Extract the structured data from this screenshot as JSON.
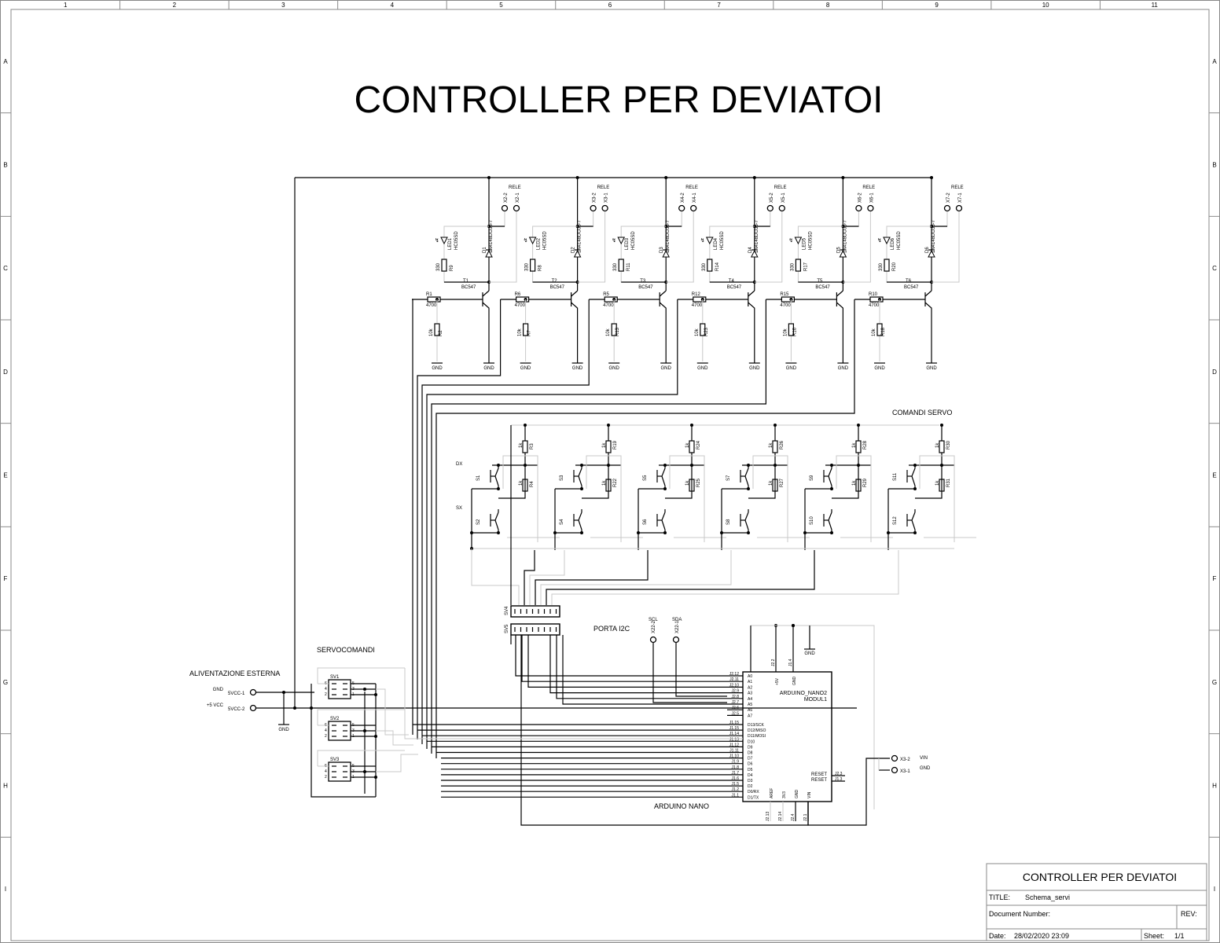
{
  "sheet": {
    "columns": [
      "1",
      "2",
      "3",
      "4",
      "5",
      "6",
      "7",
      "8",
      "9",
      "10",
      "11"
    ],
    "rows": [
      "A",
      "B",
      "C",
      "D",
      "E",
      "F",
      "G",
      "H",
      "I"
    ]
  },
  "title": "CONTROLLER PER DEVIATOI",
  "relays": [
    {
      "rele": "RELE",
      "pin_a": "X2-2",
      "pin_b": "X2-1",
      "diode": "D1",
      "diode_val": "1N4148DO35-7",
      "led": "LED1",
      "led_val": "HC05SD",
      "r_led": "R9",
      "r_led_val": "330",
      "t": "T1",
      "t_val": "BC547",
      "r_base": "R1",
      "r_base_val": "4700",
      "r_pd": "R2",
      "r_pd_val": "10k"
    },
    {
      "rele": "RELE",
      "pin_a": "X3-2",
      "pin_b": "X3-1",
      "diode": "D2",
      "diode_val": "1N4148DO35-7",
      "led": "LED2",
      "led_val": "HC05SD",
      "r_led": "R8",
      "r_led_val": "330",
      "t": "T2",
      "t_val": "BC547",
      "r_base": "R6",
      "r_base_val": "4700",
      "r_pd": "R7",
      "r_pd_val": "10k"
    },
    {
      "rele": "RELE",
      "pin_a": "X4-2",
      "pin_b": "X4-1",
      "diode": "D3",
      "diode_val": "1N4148DO35-7",
      "led": "LED3",
      "led_val": "HC05SD",
      "r_led": "R11",
      "r_led_val": "330",
      "t": "T3",
      "t_val": "BC547",
      "r_base": "R5",
      "r_base_val": "4700",
      "r_pd": "R13",
      "r_pd_val": "10k"
    },
    {
      "rele": "RELE",
      "pin_a": "X5-2",
      "pin_b": "X5-1",
      "diode": "D4",
      "diode_val": "1N4148DO35-7",
      "led": "LED4",
      "led_val": "HC05SD",
      "r_led": "R14",
      "r_led_val": "330",
      "t": "T4",
      "t_val": "BC547",
      "r_base": "R12",
      "r_base_val": "4700",
      "r_pd": "R23",
      "r_pd_val": "10k"
    },
    {
      "rele": "RELE",
      "pin_a": "X6-2",
      "pin_b": "X6-1",
      "diode": "D5",
      "diode_val": "1N4148DO35-7",
      "led": "LED5",
      "led_val": "HC05SD",
      "r_led": "R17",
      "r_led_val": "330",
      "t": "T5",
      "t_val": "BC547",
      "r_base": "R15",
      "r_base_val": "4700",
      "r_pd": "R16",
      "r_pd_val": "10k"
    },
    {
      "rele": "RELE",
      "pin_a": "X7-2",
      "pin_b": "X7-1",
      "diode": "D6",
      "diode_val": "1N4148DO35-7",
      "led": "LED6",
      "led_val": "HC05SD",
      "r_led": "R20",
      "r_led_val": "330",
      "t": "T6",
      "t_val": "BC547",
      "r_base": "R10",
      "r_base_val": "4700",
      "r_pd": "R18",
      "r_pd_val": "10k"
    }
  ],
  "gnd_label": "GND",
  "servo_commands": {
    "title": "COMANDI SERVO",
    "side_labels": [
      "SX",
      "DX"
    ],
    "groups": [
      {
        "sw_top": "S1",
        "sw_bot": "S2",
        "r_top": "R3",
        "r_bot": "R4",
        "r_val": "1k"
      },
      {
        "sw_top": "S3",
        "sw_bot": "S4",
        "r_top": "R19",
        "r_bot": "R22",
        "r_val": "1k"
      },
      {
        "sw_top": "S5",
        "sw_bot": "S6",
        "r_top": "R24",
        "r_bot": "R25",
        "r_val": "1k"
      },
      {
        "sw_top": "S7",
        "sw_bot": "S8",
        "r_top": "R26",
        "r_bot": "R27",
        "r_val": "1k"
      },
      {
        "sw_top": "S9",
        "sw_bot": "S10",
        "r_top": "R28",
        "r_bot": "R29",
        "r_val": "1k"
      },
      {
        "sw_top": "S11",
        "sw_bot": "S12",
        "r_top": "R30",
        "r_bot": "R31",
        "r_val": "1k"
      }
    ]
  },
  "headers": {
    "top": "SV4",
    "bottom": "SV5"
  },
  "i2c": {
    "title": "PORTA I2C",
    "scl": "SCL",
    "sda": "SDA",
    "scl_pin": "X22-2",
    "sda_pin": "X22-1"
  },
  "power": {
    "title": "ALIVENTAZIONE ESTERNA",
    "gnd": "GND",
    "gnd_pin": "5VCC-1",
    "vcc": "+5 VCC",
    "vcc_pin": "5VCC-2",
    "gnd_symbol": "GND"
  },
  "servos": {
    "title": "SERVOCOMANDI",
    "connectors": [
      {
        "name": "SV1"
      },
      {
        "name": "SV2"
      },
      {
        "name": "SV3"
      }
    ],
    "pin_left": [
      "6",
      "4",
      "2"
    ],
    "pin_right": [
      "5",
      "3",
      "1"
    ]
  },
  "arduino": {
    "name": "ARDUINO_NANO2",
    "module": "MODUL1",
    "caption": "ARDUINO NANO",
    "left_pins_a": [
      [
        "J2.12",
        "A0"
      ],
      [
        "J2.11",
        "A1"
      ],
      [
        "J2.10",
        "A2"
      ],
      [
        "J2.9",
        "A3"
      ],
      [
        "J2.8",
        "A4"
      ],
      [
        "J2.7",
        "A5"
      ],
      [
        "J2.6",
        "A6"
      ],
      [
        "J2.5",
        "A7"
      ]
    ],
    "left_pins_d": [
      [
        "J1.15",
        "D13/SCK"
      ],
      [
        "J1.15",
        "D12/MISO"
      ],
      [
        "J1.14",
        "D11/MOSI"
      ],
      [
        "J1.13",
        "D10"
      ],
      [
        "J1.12",
        "D9"
      ],
      [
        "J1.11",
        "D8"
      ],
      [
        "J1.10",
        "D7"
      ],
      [
        "J1.9",
        "D6"
      ],
      [
        "J1.8",
        "D5"
      ],
      [
        "J1.7",
        "D4"
      ],
      [
        "J1.6",
        "D3"
      ],
      [
        "J1.5",
        "D2"
      ],
      [
        "J1.2",
        "D0/RX"
      ],
      [
        "J1.1",
        "D1/TX"
      ]
    ],
    "top_pins": [
      [
        "J2.2",
        "+5V"
      ],
      [
        "J1.4",
        "GND"
      ]
    ],
    "bottom_pins": [
      [
        "J2.13",
        "AREF"
      ],
      [
        "J2.14",
        "3V3"
      ],
      [
        "J2.4",
        "GND"
      ],
      [
        "J2.1",
        "VIN"
      ]
    ],
    "right_pins": [
      [
        "J2.3",
        "RESET"
      ],
      [
        "J1.3",
        "RESET"
      ]
    ],
    "top_label": "GND"
  },
  "vin": {
    "vin_label": "VIN",
    "gnd_label": "GND",
    "pin2": "X3-2",
    "pin1": "X3-1"
  },
  "title_block": {
    "heading": "CONTROLLER PER DEVIATOI",
    "title_label": "TITLE:",
    "title_value": "Schema_servi",
    "doc_label": "Document Number:",
    "rev_label": "REV:",
    "date_label": "Date:",
    "date_value": "28/02/2020 23:09",
    "sheet_label": "Sheet:",
    "sheet_value": "1/1"
  }
}
